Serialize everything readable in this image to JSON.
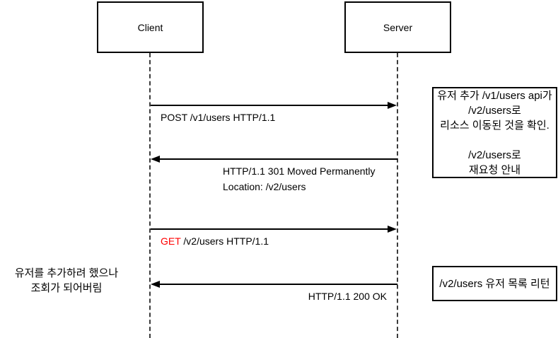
{
  "actors": {
    "client": "Client",
    "server": "Server"
  },
  "messages": {
    "msg1": {
      "label": "POST /v1/users HTTP/1.1",
      "direction": "client-to-server"
    },
    "msg2": {
      "line1": "HTTP/1.1 301 Moved Permanently",
      "line2": "Location: /v2/users",
      "direction": "server-to-client"
    },
    "msg3": {
      "method": "GET",
      "rest": " /v2/users HTTP/1.1",
      "direction": "client-to-server"
    },
    "msg4": {
      "label": "HTTP/1.1 200 OK",
      "direction": "server-to-client"
    }
  },
  "notes": {
    "migration": {
      "line1": "유저 추가 /v1/users api가",
      "line2": "/v2/users로",
      "line3": "리소스 이동된 것을 확인.",
      "line4": "/v2/users로",
      "line5": "재요청 안내"
    },
    "client_side": {
      "line1": "유저를 추가하려 했으나",
      "line2": "조회가 되어버림"
    },
    "result": {
      "label": "/v2/users 유저 목록 리턴"
    }
  },
  "colors": {
    "method_highlight": "#ff0000",
    "line": "#000000",
    "background": "#ffffff"
  }
}
